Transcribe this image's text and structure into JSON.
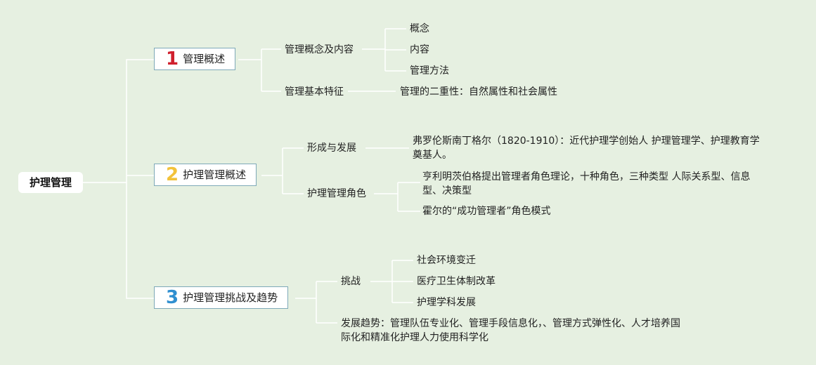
{
  "root": "护理管理",
  "branches": [
    {
      "number": "1",
      "number_color": "#d0202e",
      "label": "管理概述",
      "children": [
        {
          "label": "管理概念及内容",
          "children": [
            "概念",
            "内容",
            "管理方法"
          ]
        },
        {
          "label": "管理基本特征",
          "children": [
            "管理的二重性：自然属性和社会属性"
          ]
        }
      ]
    },
    {
      "number": "2",
      "number_color": "#f2c23a",
      "label": "护理管理概述",
      "children": [
        {
          "label": "形成与发展",
          "children": [
            "弗罗伦斯南丁格尔（1820-1910）：近代护理学创始人 护理管理学、护理教育学奠基人。"
          ]
        },
        {
          "label": "护理管理角色",
          "children": [
            "亨利明茨伯格提出管理者角色理论，十种角色，三种类型 人际关系型、信息型、决策型",
            "霍尔的“成功管理者”角色模式"
          ]
        }
      ]
    },
    {
      "number": "3",
      "number_color": "#2f8fd0",
      "label": "护理管理挑战及趋势",
      "children": [
        {
          "label": "挑战",
          "children": [
            "社会环境变迁",
            "医疗卫生体制改革",
            "护理学科发展"
          ]
        },
        {
          "label": "发展趋势：管理队伍专业化、管理手段信息化，、管理方式弹性化、人才培养国际化和精准化护理人力使用科学化",
          "children": []
        }
      ]
    }
  ]
}
